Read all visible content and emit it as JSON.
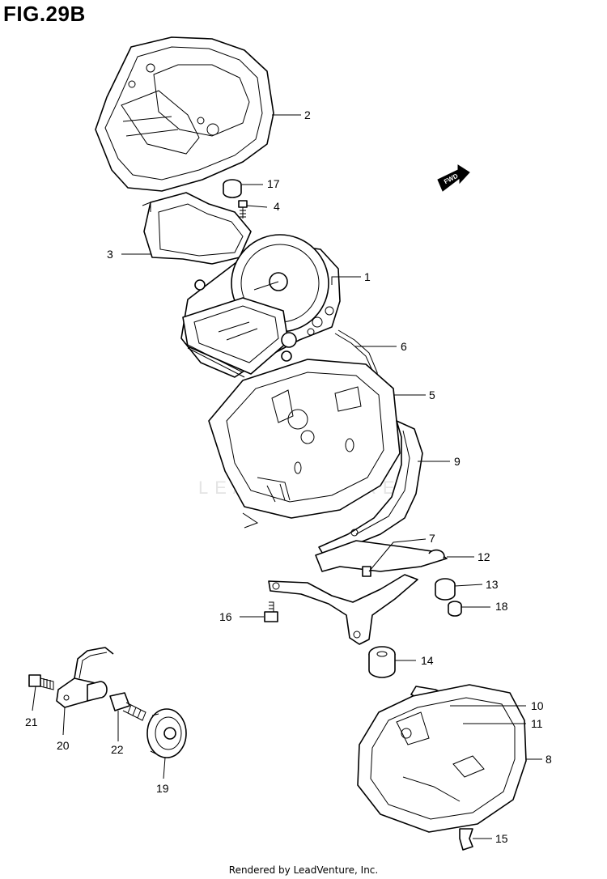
{
  "figure": {
    "title": "FIG.29B"
  },
  "watermark": "LEADVENTURE",
  "fwd_label": "FWD",
  "footer": "Rendered by LeadVenture, Inc.",
  "callouts": [
    "1",
    "2",
    "3",
    "4",
    "5",
    "6",
    "7",
    "8",
    "9",
    "10",
    "11",
    "12",
    "13",
    "14",
    "15",
    "16",
    "17",
    "18",
    "19",
    "20",
    "21",
    "22"
  ]
}
